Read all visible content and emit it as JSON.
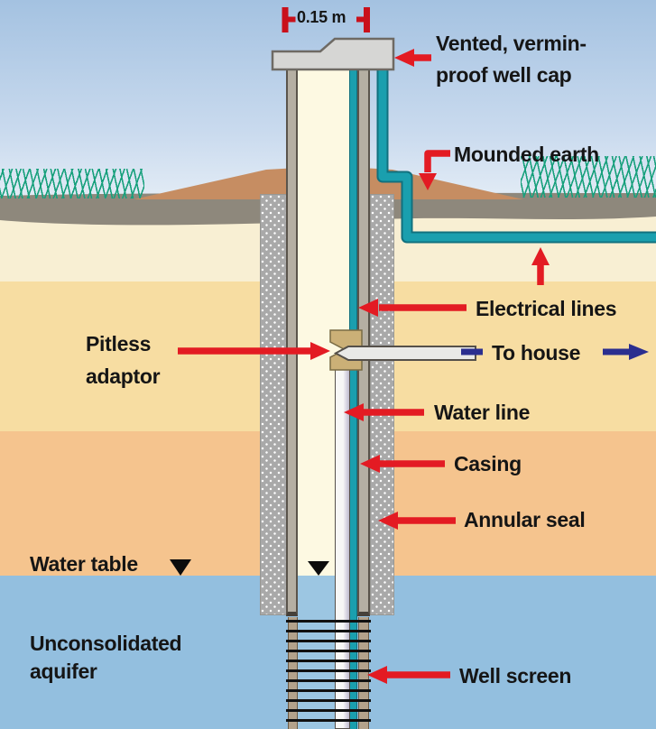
{
  "diagram": {
    "measurement": "0.15 m",
    "labels": {
      "well_cap_1": "Vented, vermin-",
      "well_cap_2": "proof well cap",
      "mounded_earth": "Mounded earth",
      "electrical_lines": "Electrical lines",
      "to_house": "To house",
      "pitless_1": "Pitless",
      "pitless_2": "adaptor",
      "water_line": "Water line",
      "casing": "Casing",
      "annular_seal": "Annular seal",
      "water_table": "Water table",
      "aquifer_1": "Unconsolidated",
      "aquifer_2": "aquifer",
      "well_screen": "Well screen"
    },
    "colors": {
      "label-red": "#e31b23",
      "bracket-red": "#c9101b",
      "house-blue": "#2b2e8f",
      "electric-teal": "#1a9fae",
      "teal-dark": "#11707e",
      "sky-top": "#a4c2e1",
      "sky-bottom": "#eaf1f8",
      "grass-green": "#17a07c",
      "mound-brown": "#c68d62",
      "topsoil-gray": "#8e887c",
      "soil-cream": "#f8efd3",
      "soil-tan": "#f7dda2",
      "soil-peach": "#f5c48e",
      "aquifer-blue": "#93bfdf",
      "seal-gray": "#a9a9a9",
      "casing-gray": "#b5afa3",
      "casing-edge": "#5a544b",
      "interior-cream": "#fdf9e2",
      "cap-gray": "#d6d6d4",
      "adaptor-tan": "#cbb077",
      "screen-wall": "#b3a28b",
      "text-black": "#151515"
    }
  }
}
